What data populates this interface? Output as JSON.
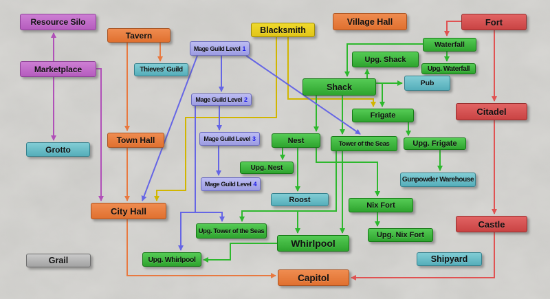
{
  "diagram": {
    "nodes": [
      {
        "id": "resource_silo",
        "label": "Resource Silo",
        "color": "purple"
      },
      {
        "id": "marketplace",
        "label": "Marketplace",
        "color": "purple"
      },
      {
        "id": "grotto",
        "label": "Grotto",
        "color": "teal"
      },
      {
        "id": "tavern",
        "label": "Tavern",
        "color": "orange"
      },
      {
        "id": "thieves_guild",
        "label": "Thieves' Guild",
        "color": "teal"
      },
      {
        "id": "town_hall",
        "label": "Town Hall",
        "color": "orange"
      },
      {
        "id": "city_hall",
        "label": "City Hall",
        "color": "orange"
      },
      {
        "id": "grail",
        "label": "Grail",
        "color": "gray"
      },
      {
        "id": "mage_guild_1",
        "label": "Mage Guild Level 1",
        "accent": "1",
        "color": "periwinkle"
      },
      {
        "id": "mage_guild_2",
        "label": "Mage Guild Level 2",
        "accent": "2",
        "color": "periwinkle"
      },
      {
        "id": "mage_guild_3",
        "label": "Mage Guild Level 3",
        "accent": "3",
        "color": "periwinkle"
      },
      {
        "id": "mage_guild_4",
        "label": "Mage Guild Level 4",
        "accent": "4",
        "color": "periwinkle"
      },
      {
        "id": "blacksmith",
        "label": "Blacksmith",
        "color": "yellow"
      },
      {
        "id": "village_hall",
        "label": "Village Hall",
        "color": "orange"
      },
      {
        "id": "fort",
        "label": "Fort",
        "color": "red"
      },
      {
        "id": "waterfall",
        "label": "Waterfall",
        "color": "green"
      },
      {
        "id": "upg_waterfall",
        "label": "Upg. Waterfall",
        "color": "green"
      },
      {
        "id": "upg_shack",
        "label": "Upg. Shack",
        "color": "green"
      },
      {
        "id": "shack",
        "label": "Shack",
        "color": "green"
      },
      {
        "id": "pub",
        "label": "Pub",
        "color": "teal"
      },
      {
        "id": "frigate",
        "label": "Frigate",
        "color": "green"
      },
      {
        "id": "upg_frigate",
        "label": "Upg. Frigate",
        "color": "green"
      },
      {
        "id": "gunpowder_warehouse",
        "label": "Gunpowder Warehouse",
        "color": "teal"
      },
      {
        "id": "citadel",
        "label": "Citadel",
        "color": "red"
      },
      {
        "id": "nest",
        "label": "Nest",
        "color": "green"
      },
      {
        "id": "upg_nest",
        "label": "Upg. Nest",
        "color": "green"
      },
      {
        "id": "roost",
        "label": "Roost",
        "color": "teal"
      },
      {
        "id": "tower_of_the_seas",
        "label": "Tower of the Seas",
        "color": "green"
      },
      {
        "id": "upg_tower_of_the_seas",
        "label": "Upg. Tower of the Seas",
        "color": "green"
      },
      {
        "id": "nix_fort",
        "label": "Nix Fort",
        "color": "green"
      },
      {
        "id": "upg_nix_fort",
        "label": "Upg. Nix Fort",
        "color": "green"
      },
      {
        "id": "whirlpool",
        "label": "Whirlpool",
        "color": "green"
      },
      {
        "id": "upg_whirlpool",
        "label": "Upg. Whirlpool",
        "color": "green"
      },
      {
        "id": "castle",
        "label": "Castle",
        "color": "red"
      },
      {
        "id": "shipyard",
        "label": "Shipyard",
        "color": "teal"
      },
      {
        "id": "capitol",
        "label": "Capitol",
        "color": "orange"
      }
    ],
    "edges": [
      {
        "from": "marketplace",
        "to": "resource_silo",
        "color": "purple"
      },
      {
        "from": "marketplace",
        "to": "grotto",
        "color": "purple"
      },
      {
        "from": "marketplace",
        "to": "city_hall",
        "color": "purple"
      },
      {
        "from": "tavern",
        "to": "thieves_guild",
        "color": "orange"
      },
      {
        "from": "tavern",
        "to": "town_hall",
        "color": "orange"
      },
      {
        "from": "town_hall",
        "to": "city_hall",
        "color": "orange"
      },
      {
        "from": "city_hall",
        "to": "capitol",
        "color": "orange"
      },
      {
        "from": "blacksmith",
        "to": "city_hall",
        "color": "yellow"
      },
      {
        "from": "blacksmith",
        "to": "frigate",
        "color": "yellow"
      },
      {
        "from": "fort",
        "to": "waterfall",
        "color": "red"
      },
      {
        "from": "fort",
        "to": "citadel",
        "color": "red"
      },
      {
        "from": "citadel",
        "to": "castle",
        "color": "red"
      },
      {
        "from": "castle",
        "to": "capitol",
        "color": "red"
      },
      {
        "from": "waterfall",
        "to": "upg_waterfall",
        "color": "green"
      },
      {
        "from": "waterfall",
        "to": "shack",
        "color": "green"
      },
      {
        "from": "shack",
        "to": "upg_shack",
        "color": "green"
      },
      {
        "from": "shack",
        "to": "pub",
        "color": "green"
      },
      {
        "from": "shack",
        "to": "frigate",
        "color": "green"
      },
      {
        "from": "shack",
        "to": "nest",
        "color": "green"
      },
      {
        "from": "shack",
        "to": "tower_of_the_seas",
        "color": "green"
      },
      {
        "from": "frigate",
        "to": "upg_frigate",
        "color": "green"
      },
      {
        "from": "upg_frigate",
        "to": "gunpowder_warehouse",
        "color": "green"
      },
      {
        "from": "nest",
        "to": "upg_nest",
        "color": "green"
      },
      {
        "from": "nest",
        "to": "roost",
        "color": "green"
      },
      {
        "from": "nest",
        "to": "nix_fort",
        "color": "green"
      },
      {
        "from": "nix_fort",
        "to": "upg_nix_fort",
        "color": "green"
      },
      {
        "from": "tower_of_the_seas",
        "to": "upg_tower_of_the_seas",
        "color": "green"
      },
      {
        "from": "tower_of_the_seas",
        "to": "whirlpool",
        "color": "green",
        "variant": "via_left"
      },
      {
        "from": "tower_of_the_seas",
        "to": "whirlpool",
        "color": "green",
        "variant": "direct"
      },
      {
        "from": "whirlpool",
        "to": "upg_whirlpool",
        "color": "green"
      },
      {
        "from": "mage_guild_1",
        "to": "mage_guild_2",
        "color": "blue"
      },
      {
        "from": "mage_guild_2",
        "to": "mage_guild_3",
        "color": "blue"
      },
      {
        "from": "mage_guild_3",
        "to": "mage_guild_4",
        "color": "blue"
      },
      {
        "from": "mage_guild_1",
        "to": "city_hall",
        "color": "blue"
      },
      {
        "from": "mage_guild_1",
        "to": "tower_of_the_seas",
        "color": "blue"
      },
      {
        "from": "mage_guild_2",
        "to": "upg_tower_of_the_seas",
        "color": "blue"
      },
      {
        "from": "mage_guild_2",
        "to": "upg_whirlpool",
        "color": "blue"
      }
    ]
  },
  "palette": {
    "box": {
      "purple": {
        "top": "#cd7fd4",
        "bottom": "#b55cbe",
        "border": "#8f4298"
      },
      "orange": {
        "top": "#ef8c50",
        "bottom": "#e0702f",
        "border": "#a85322"
      },
      "teal": {
        "top": "#82cdd5",
        "bottom": "#55aeba",
        "border": "#35808c"
      },
      "yellow": {
        "top": "#efda2e",
        "bottom": "#e2c517",
        "border": "#9c8a0a"
      },
      "periwinkle": {
        "top": "#bcbcf2",
        "bottom": "#9c9ce2",
        "border": "#6a6abf"
      },
      "green": {
        "top": "#55cb55",
        "bottom": "#2ea42e",
        "border": "#157815"
      },
      "red": {
        "top": "#e26464",
        "bottom": "#c94343",
        "border": "#942c2c"
      },
      "gray": {
        "top": "#c9c9c9",
        "bottom": "#a2a2a2",
        "border": "#6e6e6e"
      }
    },
    "line": {
      "purple": "#b04fb8",
      "orange": "#e87940",
      "yellow": "#d1b600",
      "blue": "#6565e5",
      "green": "#2db82d",
      "red": "#e05252"
    },
    "accent_number_color": "#1a1ae6"
  }
}
